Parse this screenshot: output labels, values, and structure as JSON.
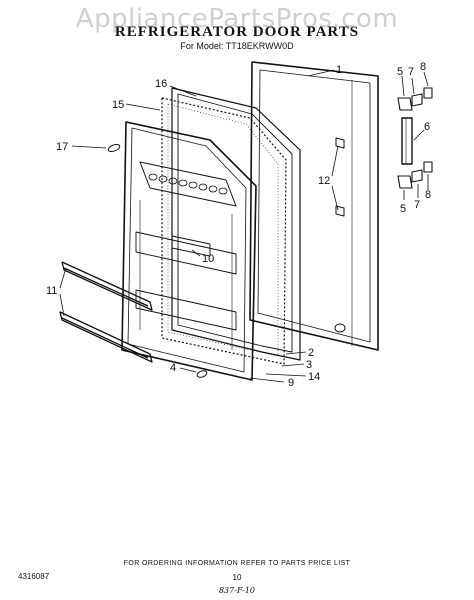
{
  "watermark": "AppliancePartsPros.com",
  "title": "REFRIGERATOR DOOR PARTS",
  "model_line": "For Model: TT18EKRWW0D",
  "footer_note": "FOR ORDERING INFORMATION REFER TO PARTS PRICE LIST",
  "document_number": "4316087",
  "page_number": "10",
  "handwritten_note": "837-F-10",
  "callouts": [
    "1",
    "2",
    "3",
    "4",
    "5",
    "5",
    "6",
    "7",
    "7",
    "8",
    "8",
    "9",
    "10",
    "11",
    "12",
    "14",
    "15",
    "16",
    "17"
  ]
}
